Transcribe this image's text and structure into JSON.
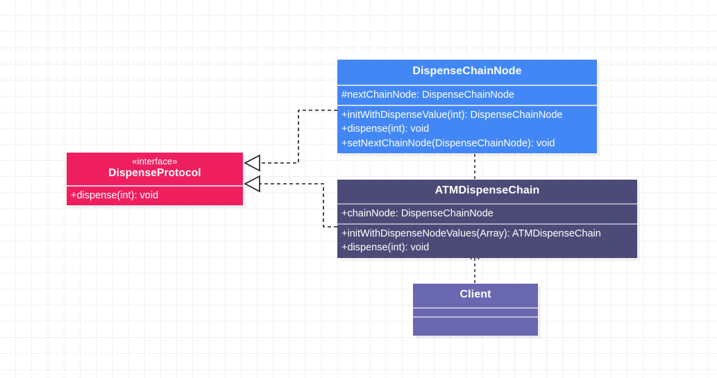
{
  "diagram": {
    "title": "Chain of Responsibility - ATM Dispense UML Class Diagram",
    "type": "uml-class-diagram",
    "background": "#ffffff",
    "grid_color": "#f0f0f2"
  },
  "colors": {
    "blue": "#4287f5",
    "pink": "#ef1f5f",
    "dark_purple": "#4c4a76",
    "light_purple": "#6a68b0",
    "edge": "#1a1a1a",
    "text": "#ffffff"
  },
  "classes": {
    "dispense_chain_node": {
      "name": "DispenseChainNode",
      "stereotype": "",
      "attributes": [
        "#nextChainNode: DispenseChainNode"
      ],
      "methods": [
        "+initWithDispenseValue(int): DispenseChainNode",
        "+dispense(int): void",
        "+setNextChainNode(DispenseChainNode): void"
      ]
    },
    "dispense_protocol": {
      "name": "DispenseProtocol",
      "stereotype": "«interface»",
      "attributes": [],
      "methods": [
        "+dispense(int): void"
      ]
    },
    "atm_dispense_chain": {
      "name": "ATMDispenseChain",
      "stereotype": "",
      "attributes": [
        "+chainNode: DispenseChainNode"
      ],
      "methods": [
        "+initWithDispenseNodeValues(Array): ATMDispenseChain",
        "+dispense(int): void"
      ]
    },
    "client": {
      "name": "Client",
      "stereotype": "",
      "attributes": [],
      "methods": []
    }
  },
  "relationships": [
    {
      "id": "realization-node-to-protocol",
      "from": "DispenseChainNode",
      "to": "DispenseProtocol",
      "type": "realization",
      "line": "dashed",
      "arrowhead": "hollow-triangle"
    },
    {
      "id": "realization-chain-to-protocol",
      "from": "ATMDispenseChain",
      "to": "DispenseProtocol",
      "type": "realization",
      "line": "dashed",
      "arrowhead": "hollow-triangle"
    },
    {
      "id": "dependency-chain-to-node",
      "from": "ATMDispenseChain",
      "to": "DispenseChainNode",
      "type": "dependency",
      "line": "dashed",
      "arrowhead": "open-arrow"
    },
    {
      "id": "dependency-client-to-chain",
      "from": "Client",
      "to": "ATMDispenseChain",
      "type": "dependency",
      "line": "dashed",
      "arrowhead": "open-arrow"
    }
  ]
}
